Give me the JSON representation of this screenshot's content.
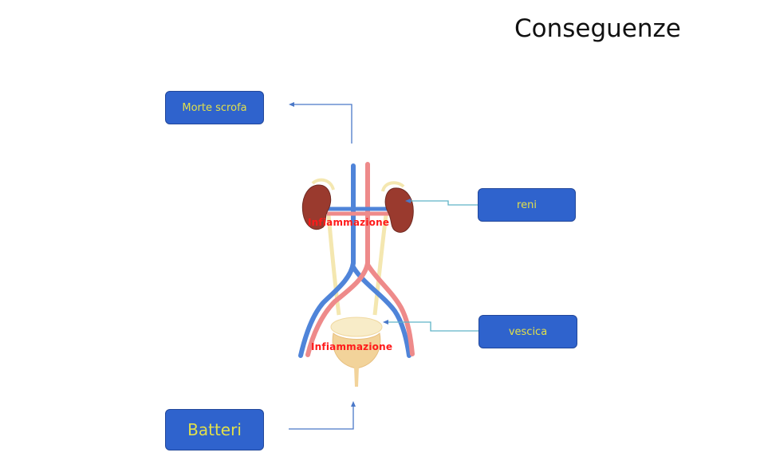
{
  "title": "Conseguenze",
  "boxes": {
    "morte": "Morte scrofa",
    "reni": "reni",
    "vescica": "vescica",
    "batteri": "Batteri"
  },
  "labels": {
    "kidney": "Infiammazione",
    "bladder": "Infiammazione"
  },
  "colors": {
    "box_fill": "#2f63cd",
    "box_text": "#e2e04a",
    "arrow": "#4a78c8",
    "inflammation_text": "#ff1a1a"
  }
}
